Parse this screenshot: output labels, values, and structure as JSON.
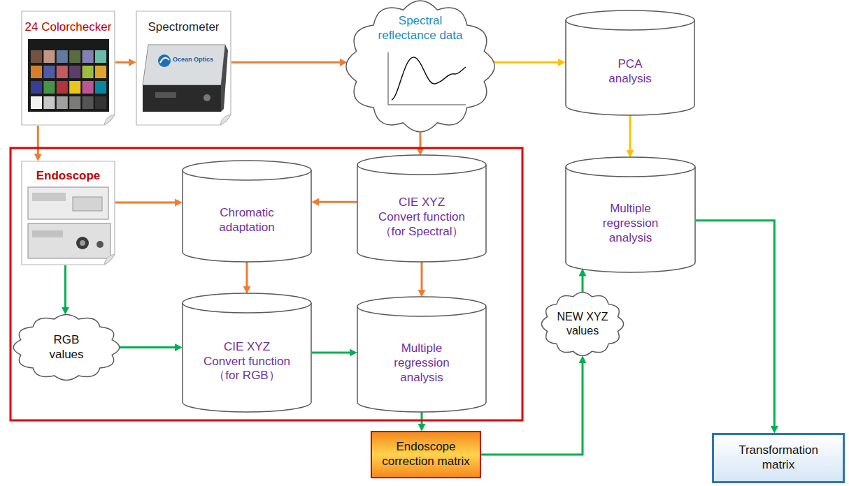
{
  "diagram": {
    "nodes": [
      {
        "text": [
          "24 Colorchecker"
        ]
      },
      {
        "text": [
          "Spectrometer"
        ]
      },
      {
        "text": [
          "Spectral reflectance data"
        ]
      },
      {
        "text": [
          "PCA analysis"
        ]
      },
      {
        "text": [
          "Endoscope"
        ]
      },
      {
        "text": [
          "Chromatic adaptation"
        ]
      },
      {
        "text": [
          "CIE XYZ Convert function （for Spectral）"
        ]
      },
      {
        "text": [
          "Multiple regression analysis"
        ]
      },
      {
        "text": [
          "RGB values"
        ]
      },
      {
        "text": [
          "CIE XYZ Convert function （for RGB）"
        ]
      },
      {
        "text": [
          "Multiple regression analysis"
        ]
      },
      {
        "text": [
          "NEW XYZ values"
        ]
      },
      {
        "text": [
          "Endoscope correction matrix"
        ]
      },
      {
        "text": [
          "Transformation matrix"
        ]
      }
    ],
    "edges": [
      {
        "from": 0,
        "to": 1,
        "arrow": "to"
      },
      {
        "from": 1,
        "to": 2,
        "arrow": "to"
      },
      {
        "from": 2,
        "to": 3,
        "arrow": "to"
      },
      {
        "from": 3,
        "to": 7,
        "arrow": "to"
      },
      {
        "from": 0,
        "to": 4,
        "arrow": "to"
      },
      {
        "from": 2,
        "to": 6,
        "arrow": "to"
      },
      {
        "from": 4,
        "to": 5,
        "arrow": "to"
      },
      {
        "from": 6,
        "to": 5,
        "arrow": "to"
      },
      {
        "from": 5,
        "to": 9,
        "arrow": "to"
      },
      {
        "from": 6,
        "to": 10,
        "arrow": "to"
      },
      {
        "from": 4,
        "to": 8,
        "arrow": "to"
      },
      {
        "from": 8,
        "to": 9,
        "arrow": "to"
      },
      {
        "from": 9,
        "to": 10,
        "arrow": "to"
      },
      {
        "from": 10,
        "to": 12,
        "arrow": "to"
      },
      {
        "from": 12,
        "to": 11,
        "arrow": "to"
      },
      {
        "from": 11,
        "to": 7,
        "arrow": "to"
      },
      {
        "from": 7,
        "to": 13,
        "arrow": "to"
      }
    ],
    "labels": [
      "Ocean Optics"
    ]
  }
}
